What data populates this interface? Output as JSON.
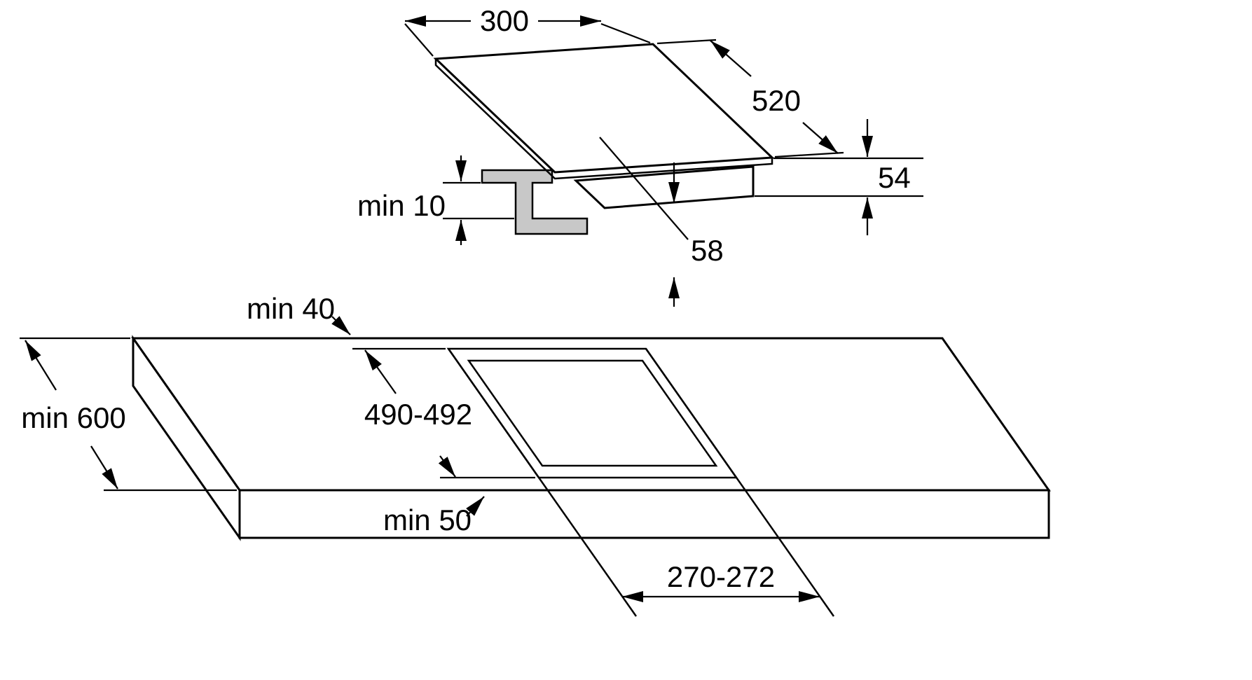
{
  "diagram": {
    "type": "technical_drawing",
    "colors": {
      "line": "#000000",
      "clamp_fill": "#c8c8c8",
      "background": "#ffffff"
    },
    "hob_view": {
      "width": "300",
      "depth": "520",
      "height": "54",
      "build_in_depth": "58",
      "clamp_clearance": "min 10"
    },
    "worktop_view": {
      "rear_edge_distance": "min 40",
      "worktop_depth": "min 600",
      "cutout_depth": "490-492",
      "front_edge_distance": "min 50",
      "cutout_width": "270-272"
    }
  }
}
